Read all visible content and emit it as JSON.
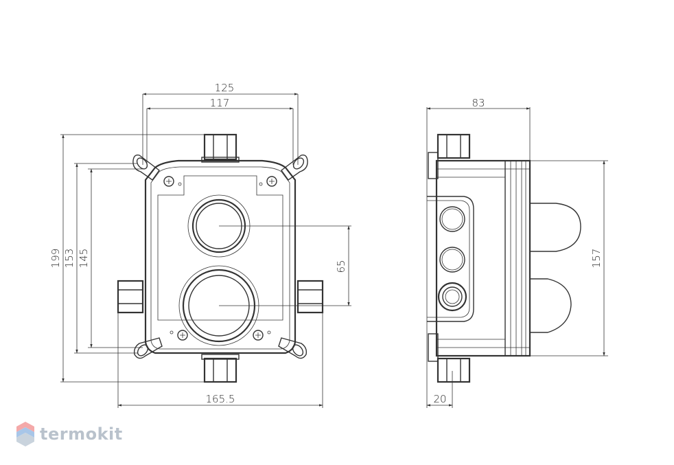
{
  "drawing": {
    "front_view": {
      "dim_overall_width": "125",
      "dim_inner_width": "117",
      "dim_overall_height": "199",
      "dim_height_153": "153",
      "dim_height_145": "145",
      "dim_outlet_spacing": "65",
      "dim_connection_width": "165.5"
    },
    "side_view": {
      "dim_depth": "83",
      "dim_height": "157",
      "dim_offset": "20"
    }
  },
  "brand": {
    "name": "termokit",
    "logo_icon": "hexagon-logo-icon",
    "colors": {
      "logo_top": "#f4a9a9",
      "logo_mid": "#a8c6e8",
      "logo_low": "#c9d3dd",
      "text": "#b9c2cc"
    }
  }
}
